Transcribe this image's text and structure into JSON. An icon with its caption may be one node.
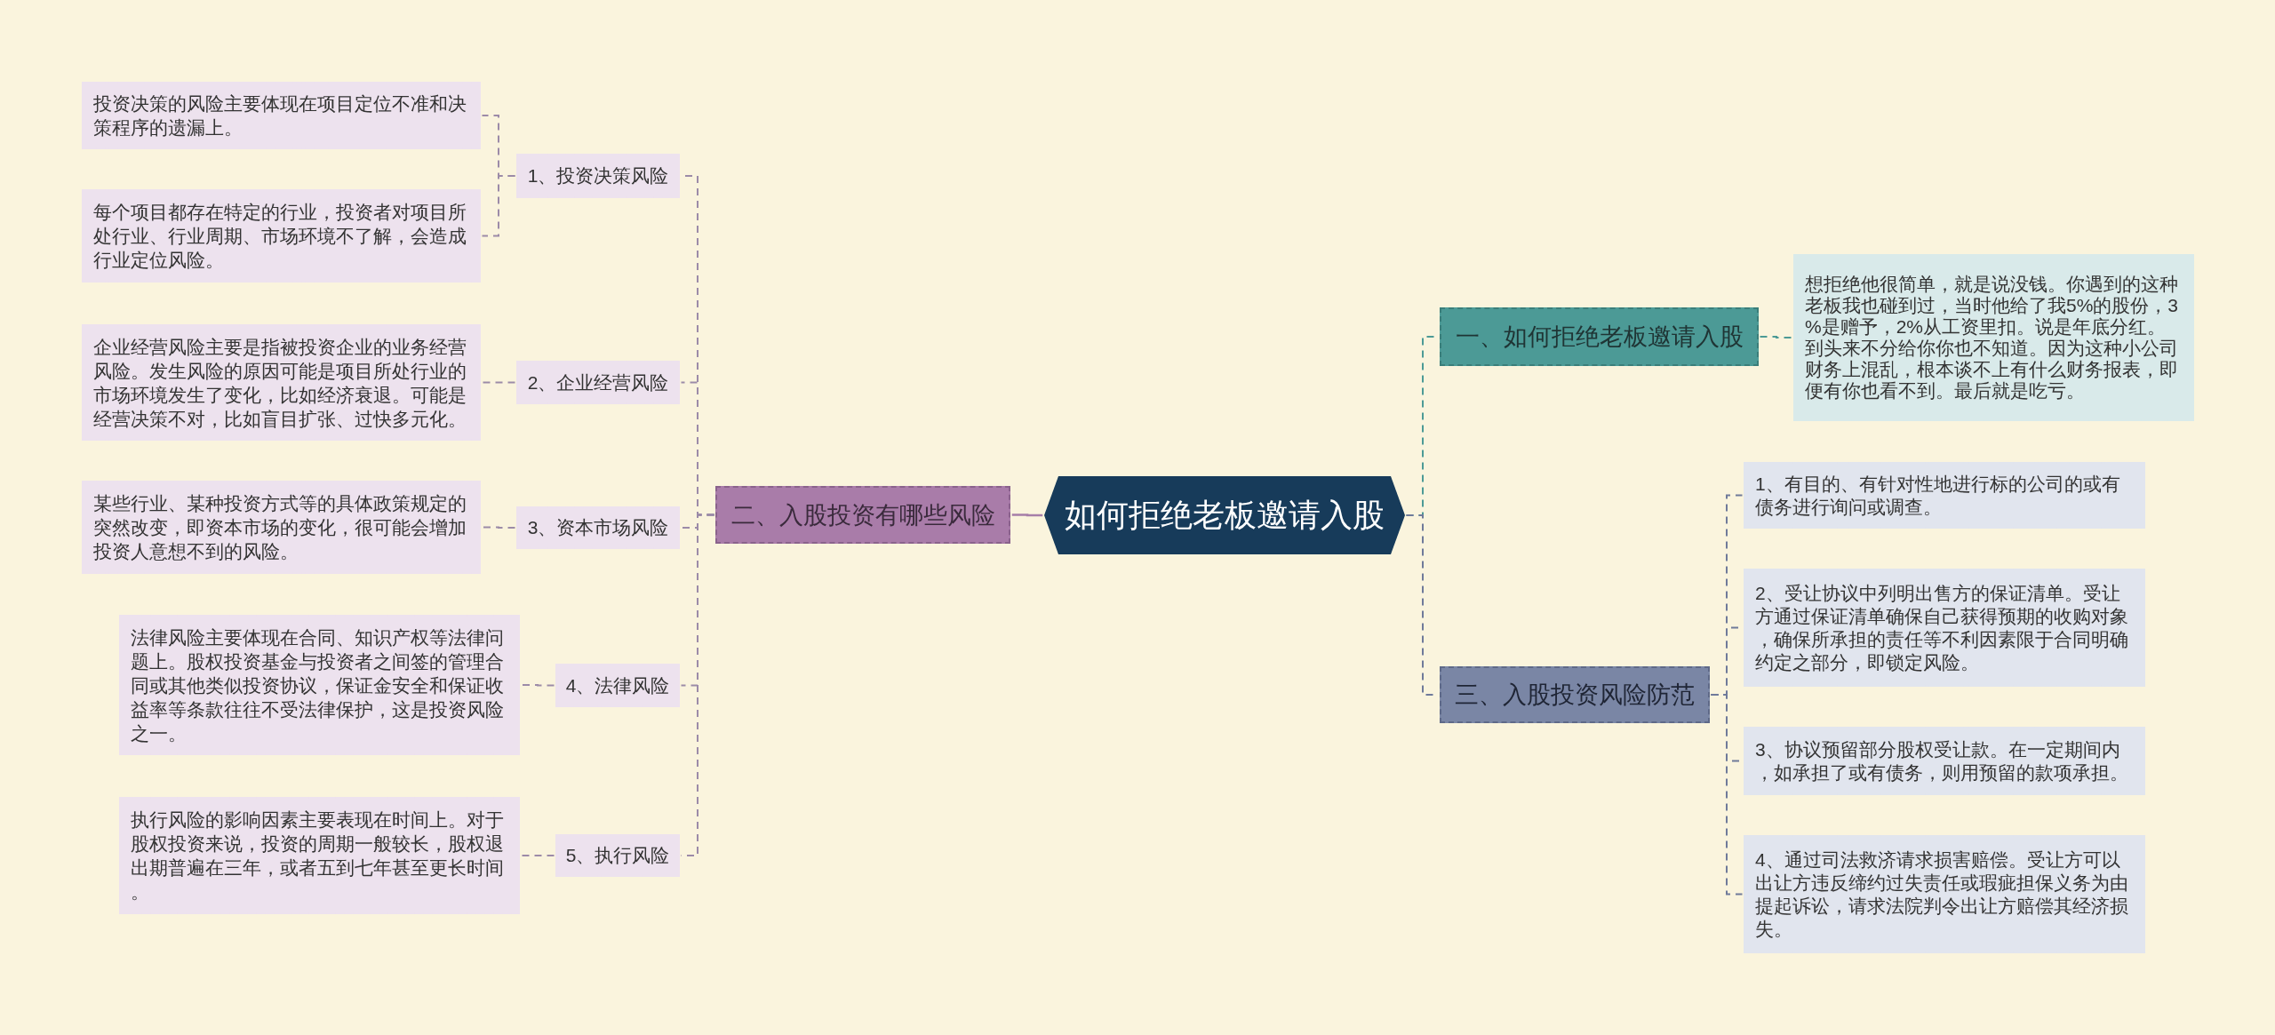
{
  "diagram": {
    "nodes": [
      {
        "text": [
          "如何拒绝老板邀请入股"
        ]
      },
      {
        "text": [
          "二、入股投资有哪些风险"
        ]
      },
      {
        "text": [
          "1、投资决策风险"
        ]
      },
      {
        "text": [
          "投资决策的风险主要体现在项目定位不准和决策程序的遗漏上。"
        ]
      },
      {
        "text": [
          "每个项目都存在特定的行业，投资者对项目所处行业、行业周期、市场环境不了解，会造成行业定位风险。"
        ]
      },
      {
        "text": [
          "2、企业经营风险"
        ]
      },
      {
        "text": [
          "企业经营风险主要是指被投资企业的业务经营风险。发生风险的原因可能是项目所处行业的市场环境发生了变化，比如经济衰退。可能是经营决策不对，比如盲目扩张、过快多元化。"
        ]
      },
      {
        "text": [
          "3、资本市场风险"
        ]
      },
      {
        "text": [
          "某些行业、某种投资方式等的具体政策规定的突然改变，即资本市场的变化，很可能会增加投资人意想不到的风险。"
        ]
      },
      {
        "text": [
          "4、法律风险"
        ]
      },
      {
        "text": [
          "法律风险主要体现在合同、知识产权等法律问题上。股权投资基金与投资者之间签的管理合同或其他类似投资协议，保证金安全和保证收益率等条款往往不受法律保护，这是投资风险之一。"
        ]
      },
      {
        "text": [
          "5、执行风险"
        ]
      },
      {
        "text": [
          "执行风险的影响因素主要表现在时间上。对于股权投资来说，投资的周期一般较长，股权退出期普遍在三年，或者五到七年甚至更长时间。"
        ]
      },
      {
        "text": [
          "一、如何拒绝老板邀请入股"
        ]
      },
      {
        "text": [
          "想拒绝他很简单，就是说没钱。你遇到的这种老板我也碰到过，当时他给了我5%的股份，3%是赠予，2%从工资里扣。说是年底分红。到头来不分给你你也不知道。因为这种小公司财务上混乱，根本谈不上有什么财务报表，即便有你也看不到。最后就是吃亏。"
        ]
      },
      {
        "text": [
          "三、入股投资风险防范"
        ]
      },
      {
        "text": [
          "1、有目的、有针对性地进行标的公司的或有债务进行询问或调查。"
        ]
      },
      {
        "text": [
          "2、受让协议中列明出售方的保证清单。受让方通过保证清单确保自己获得预期的收购对象，确保所承担的责任等不利因素限于合同明确约定之部分，即锁定风险。"
        ]
      },
      {
        "text": [
          "3、协议预留部分股权受让款。在一定期间内，如承担了或有债务，则用预留的款项承担。"
        ]
      },
      {
        "text": [
          "4、通过司法救济请求损害赔偿。受让方可以出让方违反缔约过失责任或瑕疵担保义务为由提起诉讼，请求法院判令出让方赔偿其经济损失。"
        ]
      }
    ],
    "edges": [
      {
        "from": 0,
        "to": 1,
        "arrow": "none",
        "color": "#a67ea8"
      },
      {
        "from": 1,
        "to": 2,
        "arrow": "none",
        "style": "dashed"
      },
      {
        "from": 2,
        "to": 3,
        "arrow": "none",
        "style": "dashed"
      },
      {
        "from": 2,
        "to": 4,
        "arrow": "none",
        "style": "dashed"
      },
      {
        "from": 1,
        "to": 5,
        "arrow": "none",
        "style": "dashed"
      },
      {
        "from": 5,
        "to": 6,
        "arrow": "none",
        "style": "dashed"
      },
      {
        "from": 1,
        "to": 7,
        "arrow": "none",
        "style": "dashed"
      },
      {
        "from": 7,
        "to": 8,
        "arrow": "none",
        "style": "dashed"
      },
      {
        "from": 1,
        "to": 9,
        "arrow": "none",
        "style": "dashed"
      },
      {
        "from": 9,
        "to": 10,
        "arrow": "none",
        "style": "dashed"
      },
      {
        "from": 1,
        "to": 11,
        "arrow": "none",
        "style": "dashed"
      },
      {
        "from": 11,
        "to": 12,
        "arrow": "none",
        "style": "dashed"
      },
      {
        "from": 0,
        "to": 13,
        "arrow": "none",
        "style": "dashed",
        "color": "#4c9a96"
      },
      {
        "from": 13,
        "to": 14,
        "arrow": "none",
        "style": "dashed",
        "color": "#4c9a96"
      },
      {
        "from": 0,
        "to": 15,
        "arrow": "none",
        "style": "dashed",
        "color": "#6f7a9a"
      },
      {
        "from": 15,
        "to": 16,
        "arrow": "none",
        "style": "dashed",
        "color": "#6f7a9a"
      },
      {
        "from": 15,
        "to": 17,
        "arrow": "none",
        "style": "dashed",
        "color": "#6f7a9a"
      },
      {
        "from": 15,
        "to": 18,
        "arrow": "none",
        "style": "dashed",
        "color": "#6f7a9a"
      },
      {
        "from": 15,
        "to": 19,
        "arrow": "none",
        "style": "dashed",
        "color": "#6f7a9a"
      }
    ]
  }
}
